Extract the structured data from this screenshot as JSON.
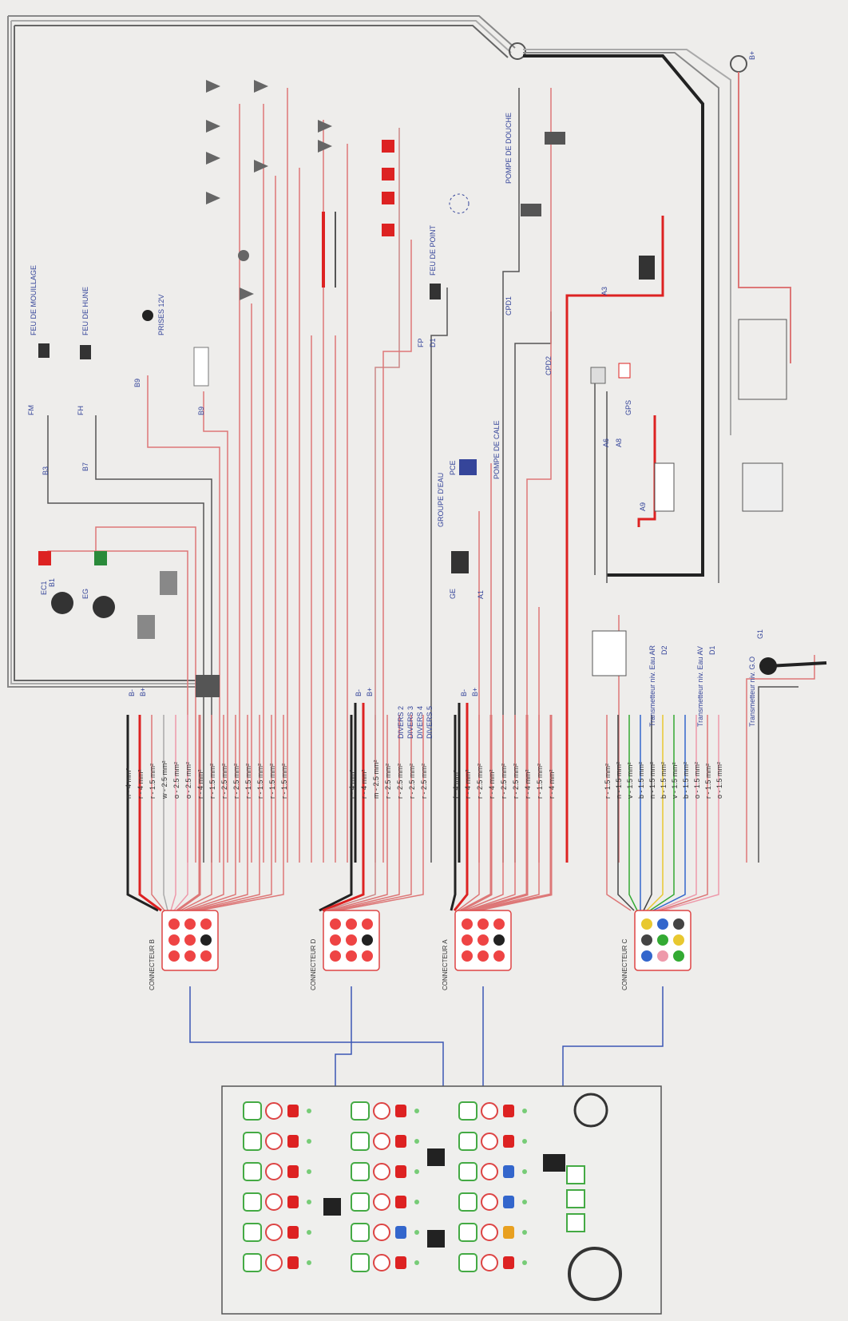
{
  "diagram": {
    "connectors": [
      {
        "id": "B",
        "label": "CONNECTEUR B"
      },
      {
        "id": "D",
        "label": "CONNECTEUR D"
      },
      {
        "id": "A",
        "label": "CONNECTEUR A"
      },
      {
        "id": "C",
        "label": "CONNECTEUR C"
      }
    ],
    "wire_groups": [
      {
        "connector": "B",
        "wires": [
          {
            "text": "n - 4 mm²",
            "color": "#222"
          },
          {
            "text": "r - 4 mm²",
            "color": "#d22"
          },
          {
            "text": "r - 1.5 mm²",
            "color": "#d77"
          },
          {
            "text": "w - 2.5 mm²",
            "color": "#aaa"
          },
          {
            "text": "o - 2.5 mm²",
            "color": "#e9a"
          },
          {
            "text": "o - 2.5 mm²",
            "color": "#e9a"
          },
          {
            "text": "r - 4 mm²",
            "color": "#d77"
          },
          {
            "text": "r - 1.5 mm²",
            "color": "#d77"
          },
          {
            "text": "r - 2.5 mm²",
            "color": "#d77"
          },
          {
            "text": "r - 2.5 mm²",
            "color": "#d77"
          },
          {
            "text": "r - 1.5 mm²",
            "color": "#d77"
          },
          {
            "text": "r - 1.5 mm²",
            "color": "#d77"
          },
          {
            "text": "r - 1.5 mm²",
            "color": "#d77"
          },
          {
            "text": "r - 1.5 mm²",
            "color": "#d77"
          }
        ]
      },
      {
        "connector": "D",
        "wires": [
          {
            "text": "r - 4 mm²",
            "color": "#222"
          },
          {
            "text": "r - 4 mm²",
            "color": "#d22"
          },
          {
            "text": "m - 2.5 mm²",
            "color": "#c88"
          },
          {
            "text": "r - 2.5 mm²",
            "color": "#d77"
          },
          {
            "text": "r - 2.5 mm²",
            "color": "#d77"
          },
          {
            "text": "r - 2.5 mm²",
            "color": "#d77"
          },
          {
            "text": "r - 2.5 mm²",
            "color": "#d77"
          }
        ]
      },
      {
        "connector": "A",
        "wires": [
          {
            "text": "f - 4 mm²",
            "color": "#222"
          },
          {
            "text": "r - 4 mm²",
            "color": "#d22"
          },
          {
            "text": "r - 2.5 mm²",
            "color": "#d77"
          },
          {
            "text": "r - 4 mm²",
            "color": "#d77"
          },
          {
            "text": "r - 2.5 mm²",
            "color": "#d77"
          },
          {
            "text": "r - 2.5 mm²",
            "color": "#d77"
          },
          {
            "text": "r - 4 mm²",
            "color": "#d77"
          },
          {
            "text": "r - 1.5 mm²",
            "color": "#d77"
          },
          {
            "text": "r - 4 mm²",
            "color": "#d77"
          }
        ]
      },
      {
        "connector": "C",
        "wires": [
          {
            "text": "r - 1.5 mm²",
            "color": "#d77"
          },
          {
            "text": "n - 1.5 mm²",
            "color": "#444"
          },
          {
            "text": "v - 1.5 mm²",
            "color": "#3a3"
          },
          {
            "text": "b - 1.5 mm²",
            "color": "#36c"
          },
          {
            "text": "n - 1.5 mm²",
            "color": "#444"
          },
          {
            "text": "b - 1.5 mm²",
            "color": "#e8c830"
          },
          {
            "text": "v - 1.5 mm²",
            "color": "#3a3"
          },
          {
            "text": "b - 1.5 mm²",
            "color": "#36c"
          },
          {
            "text": "o - 1.5 mm²",
            "color": "#e9a"
          },
          {
            "text": "r - 1.5 mm²",
            "color": "#d77"
          },
          {
            "text": "o - 1.5 mm²",
            "color": "#e9a"
          }
        ]
      }
    ],
    "divers": [
      "DIVERS 2",
      "DIVERS 3",
      "DIVERS 4",
      "DIVERS 5"
    ],
    "bus_labels": {
      "plus": "B+",
      "minus": "B-"
    },
    "components": {
      "feu_mouillage": "FEU DE MOUILLAGE",
      "feu_hune": "FEU DE HUNE",
      "feu_point": "FEU DE POINT",
      "prises": "PRISES 12V",
      "groupe_eau": "GROUPE D'EAU",
      "pompe_cale": "POMPE DE CALE",
      "pompe_douche": "POMPE DE DOUCHE",
      "gps": "GPS",
      "fm": "FM",
      "fh": "FH",
      "ec1": "EC1",
      "eg": "EG",
      "b1": "B1",
      "b3": "B3",
      "b7": "B7",
      "b9": "B9",
      "d1": "D1",
      "d2": "D2",
      "g1": "G1",
      "a1": "A1",
      "a3": "A3",
      "a6": "A6",
      "a8": "A8",
      "a9": "A9",
      "pce": "PCE",
      "ge": "GE",
      "fp": "FP",
      "cpd1": "CPD1",
      "cpd2": "CPD2",
      "tr_ar": "Transmetteur niv. Eau AR",
      "tr_av": "Transmetteur niv. Eau AV",
      "tr_go": "Transmetteur niv. G.O"
    }
  }
}
